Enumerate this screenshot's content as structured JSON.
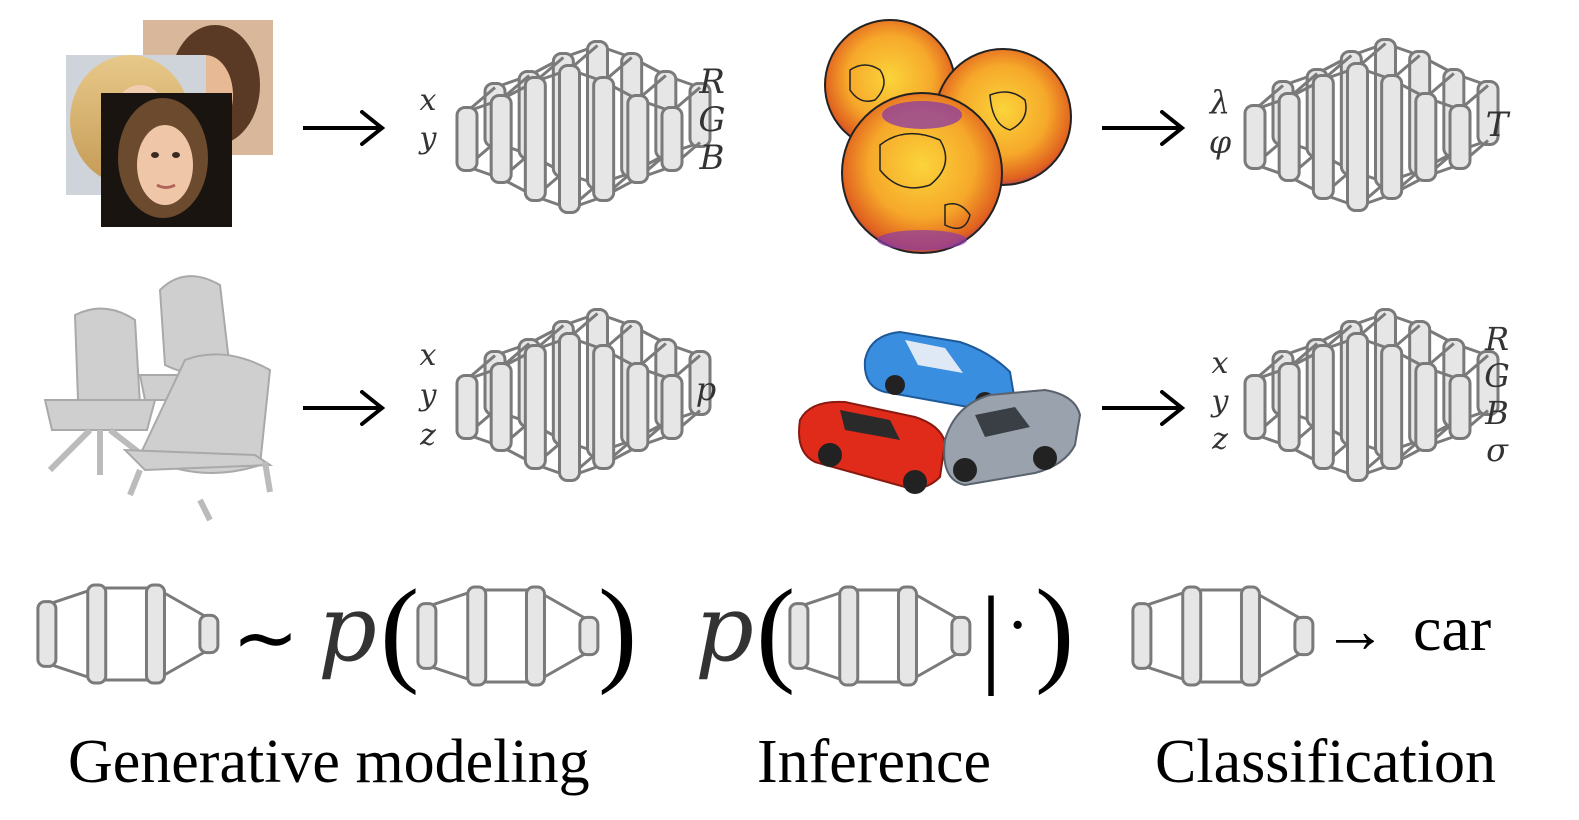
{
  "rows": [
    {
      "left": {
        "subject": "faces",
        "inputs": [
          "x",
          "y"
        ],
        "outputs": [
          "R",
          "G",
          "B"
        ]
      },
      "right": {
        "subject": "globes",
        "inputs": [
          "λ",
          "φ"
        ],
        "outputs": [
          "T"
        ]
      }
    },
    {
      "left": {
        "subject": "chairs",
        "inputs": [
          "x",
          "y",
          "z"
        ],
        "outputs": [
          "p"
        ]
      },
      "right": {
        "subject": "cars",
        "inputs": [
          "x",
          "y",
          "z"
        ],
        "outputs": [
          "R",
          "G",
          "B",
          "σ"
        ]
      }
    }
  ],
  "tasks": [
    {
      "caption": "Generative modeling",
      "formula": [
        "∼",
        "p",
        "(",
        ")"
      ]
    },
    {
      "caption": "Inference",
      "formula": [
        "p",
        "(",
        "|",
        "·",
        ")"
      ]
    },
    {
      "caption": "Classification",
      "formula": [
        "→",
        "car"
      ]
    }
  ],
  "colors": {
    "block_fill": "#e6e6e6",
    "block_stroke": "#7a7a7a",
    "globe_warm": "#f6b62c",
    "globe_cool": "#6a2fa0"
  }
}
